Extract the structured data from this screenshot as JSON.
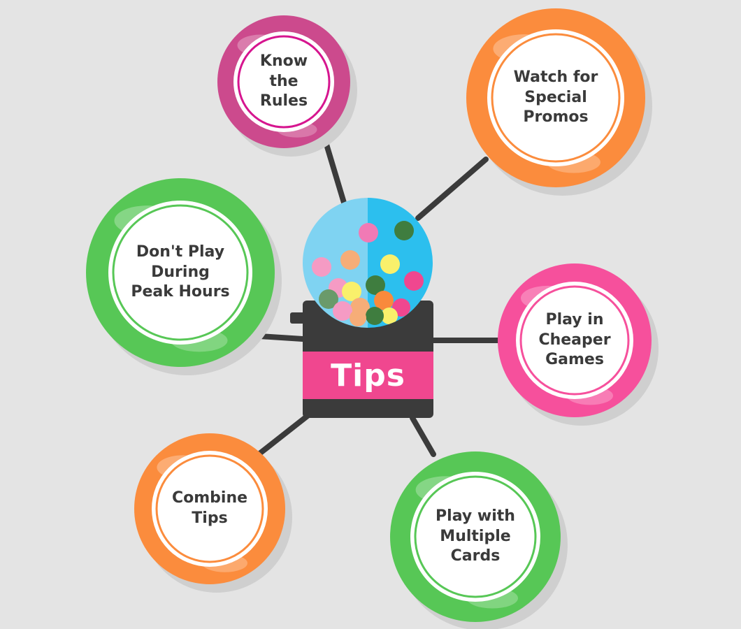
{
  "hub": {
    "label": "Tips",
    "colors": {
      "body": "#3b3b3b",
      "band": "#f0478f",
      "globe_left": "#7fd3f2",
      "globe_right": "#2cbfee"
    }
  },
  "tips": [
    {
      "id": "know-rules",
      "label": "Know\nthe\nRules",
      "color": "#cc4a8d",
      "ring": "#d6158f"
    },
    {
      "id": "special-promos",
      "label": "Watch for\nSpecial\nPromos",
      "color": "#fb8c3d",
      "ring": "#fb8c3d"
    },
    {
      "id": "peak-hours",
      "label": "Don't Play\nDuring\nPeak Hours",
      "color": "#57c756",
      "ring": "#57c756"
    },
    {
      "id": "cheaper-games",
      "label": "Play in\nCheaper\nGames",
      "color": "#f6509c",
      "ring": "#f6509c"
    },
    {
      "id": "combine-tips",
      "label": "Combine\nTips",
      "color": "#fb8c3d",
      "ring": "#fb8c3d"
    },
    {
      "id": "multiple-cards",
      "label": "Play with\nMultiple\nCards",
      "color": "#57c756",
      "ring": "#57c756"
    }
  ],
  "colors": {
    "background": "#e4e4e4",
    "connector": "#3b3b3b",
    "text": "#3a3a3a"
  }
}
